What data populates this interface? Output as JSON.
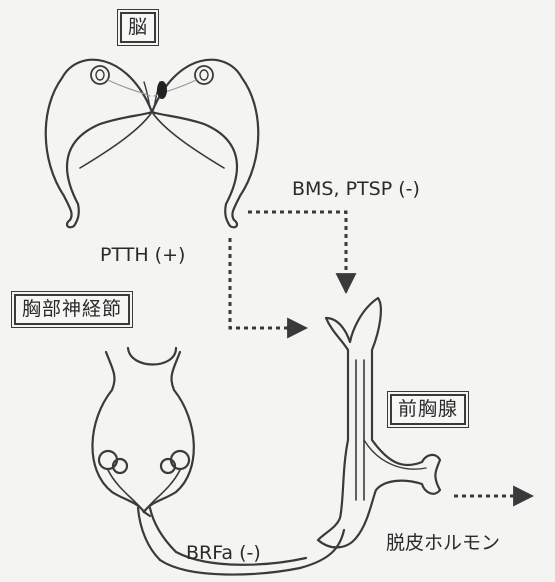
{
  "labels": {
    "brain": "脳",
    "thoracic_ganglion": "胸部神経節",
    "prothoracic_gland": "前胸腺",
    "ptth": "PTTH (+)",
    "bms_ptsp": "BMS, PTSP (-)",
    "brfa": "BRFa (-)",
    "molting_hormone": "脱皮ホルモン"
  }
}
